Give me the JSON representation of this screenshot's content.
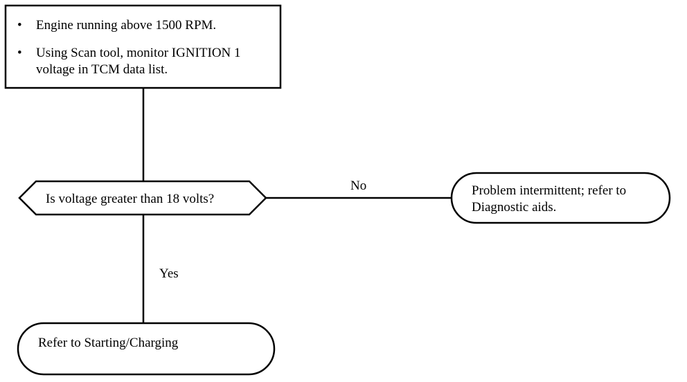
{
  "flowchart": {
    "start_box": {
      "items": [
        {
          "bullet": "•",
          "lines": [
            "Engine running above 1500 RPM."
          ]
        },
        {
          "bullet": "•",
          "lines": [
            "Using Scan tool, monitor IGNITION 1",
            "voltage in TCM data list."
          ]
        }
      ]
    },
    "decision": {
      "text": "Is voltage greater than 18 volts?"
    },
    "no_branch": {
      "label": "No",
      "result_lines": [
        "Problem intermittent; refer to",
        "Diagnostic aids."
      ]
    },
    "yes_branch": {
      "label": "Yes",
      "result_lines": [
        "Refer to Starting/Charging"
      ]
    },
    "colors": {
      "stroke": "#000000",
      "background": "#ffffff"
    }
  }
}
